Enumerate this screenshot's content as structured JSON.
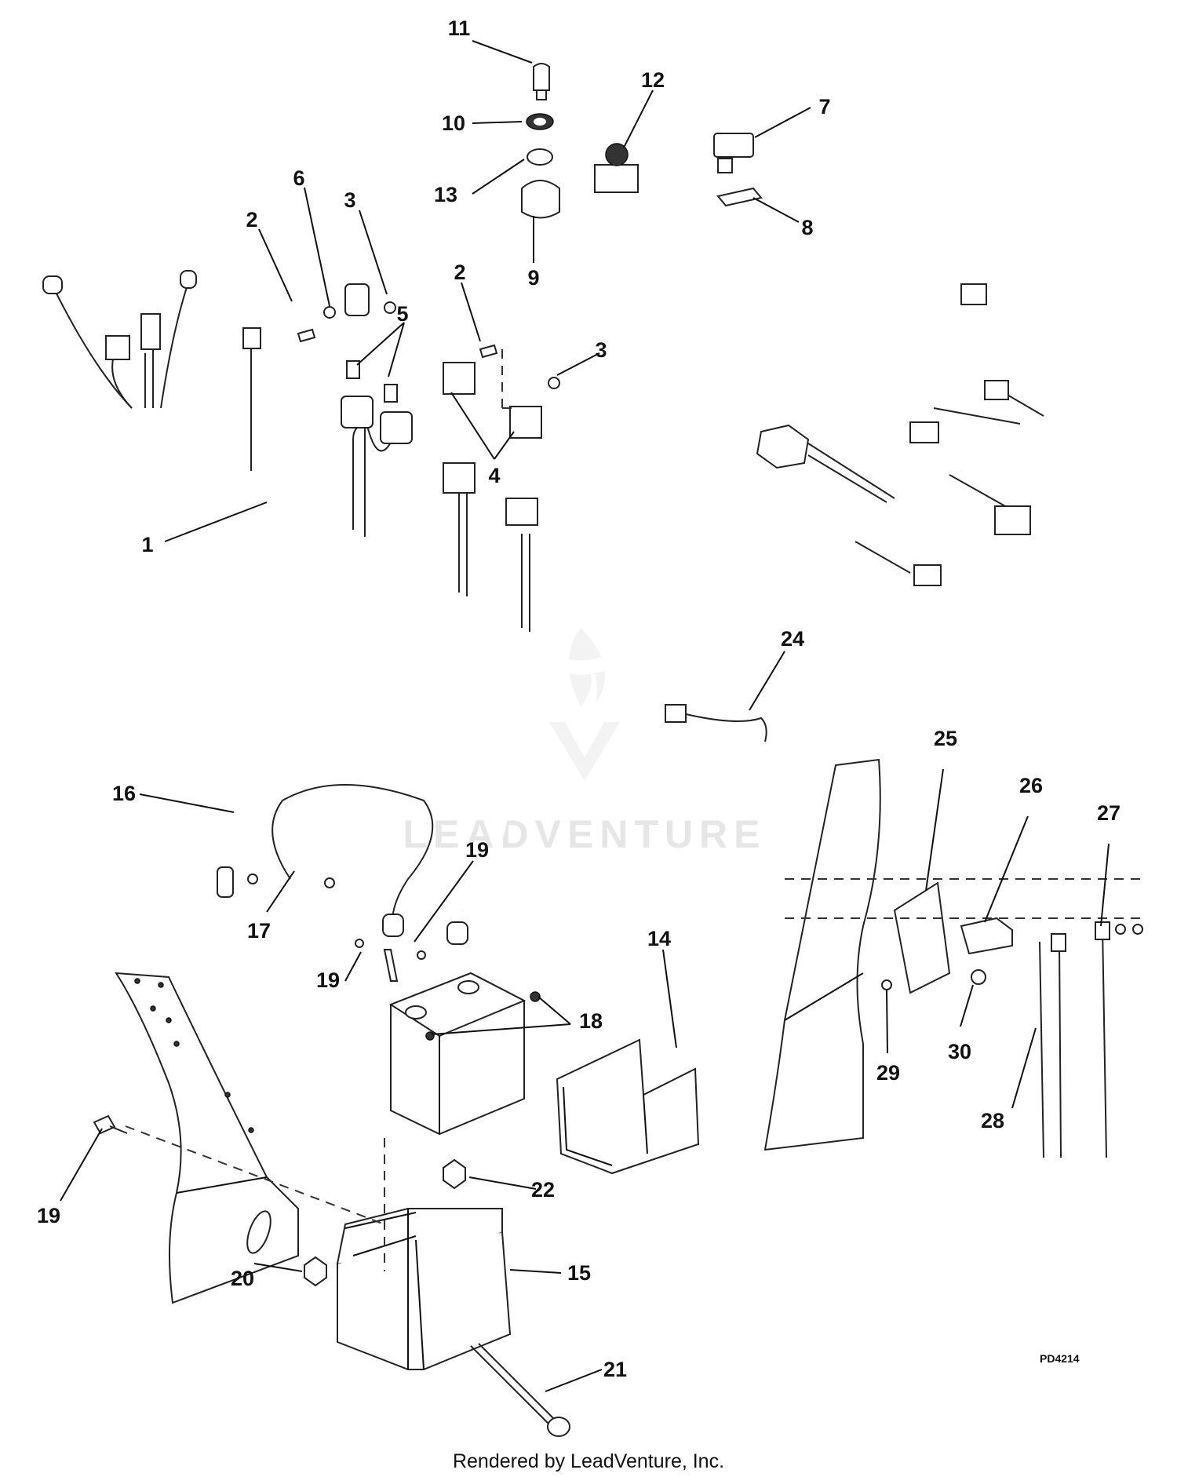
{
  "diagram": {
    "code": "PD4214",
    "watermark": "LEADVENTURE",
    "footer": "Rendered by LeadVenture, Inc.",
    "callouts": {
      "c1": "1",
      "c2a": "2",
      "c2b": "2",
      "c3a": "3",
      "c3b": "3",
      "c4": "4",
      "c5": "5",
      "c6": "6",
      "c7": "7",
      "c8": "8",
      "c9": "9",
      "c10": "10",
      "c11": "11",
      "c12": "12",
      "c13": "13",
      "c14": "14",
      "c15": "15",
      "c16": "16",
      "c17": "17",
      "c18": "18",
      "c19a": "19",
      "c19b": "19",
      "c19c": "19",
      "c20": "20",
      "c21": "21",
      "c22": "22",
      "c24": "24",
      "c25": "25",
      "c26": "26",
      "c27": "27",
      "c28": "28",
      "c29": "29",
      "c30": "30"
    }
  }
}
